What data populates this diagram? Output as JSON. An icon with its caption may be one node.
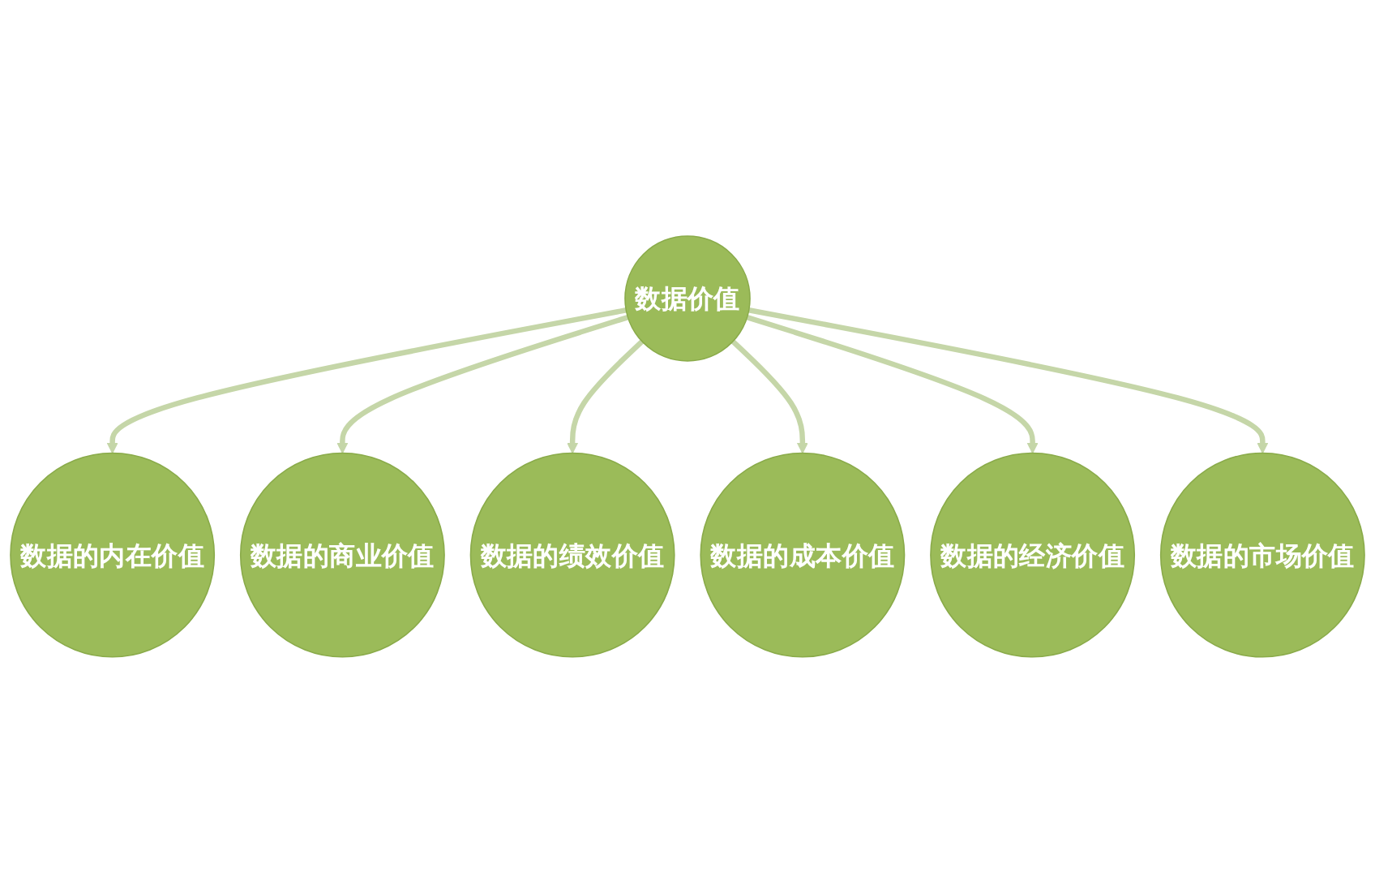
{
  "diagram": {
    "nodes": [
      {
        "text": [
          "数据的内在价值"
        ]
      },
      {
        "text": [
          "数据的市场价值"
        ]
      },
      {
        "text": [
          "数据的商业价值"
        ]
      },
      {
        "text": [
          "数据价值"
        ]
      },
      {
        "text": [
          "数据的经济价值"
        ]
      },
      {
        "text": [
          "数据的绩效价值"
        ]
      },
      {
        "text": [
          "数据的成本价值"
        ]
      }
    ],
    "edges": [
      {
        "from": 3,
        "to": 0,
        "arrow": "to"
      },
      {
        "from": 3,
        "to": 2,
        "arrow": "to"
      },
      {
        "from": 3,
        "to": 5,
        "arrow": "to"
      },
      {
        "from": 3,
        "to": 6,
        "arrow": "to"
      },
      {
        "from": 3,
        "to": 4,
        "arrow": "to"
      },
      {
        "from": 3,
        "to": 1,
        "arrow": "to"
      }
    ]
  }
}
